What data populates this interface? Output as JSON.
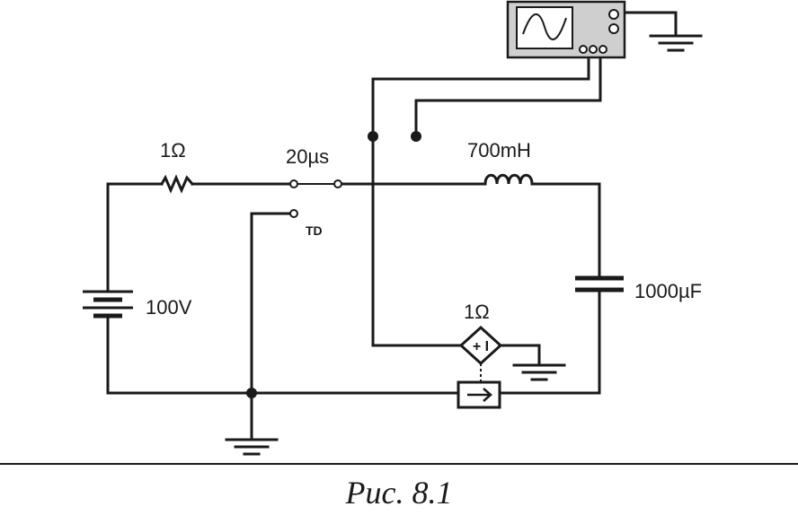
{
  "resistor_label": "1Ω",
  "switch_time_label": "20µs",
  "inductor_label": "700mH",
  "switch_td_label": "TD",
  "battery_label": "100V",
  "capacitor_label": "1000µF",
  "sense_label": "1Ω",
  "caption": "Рис. 8.1"
}
